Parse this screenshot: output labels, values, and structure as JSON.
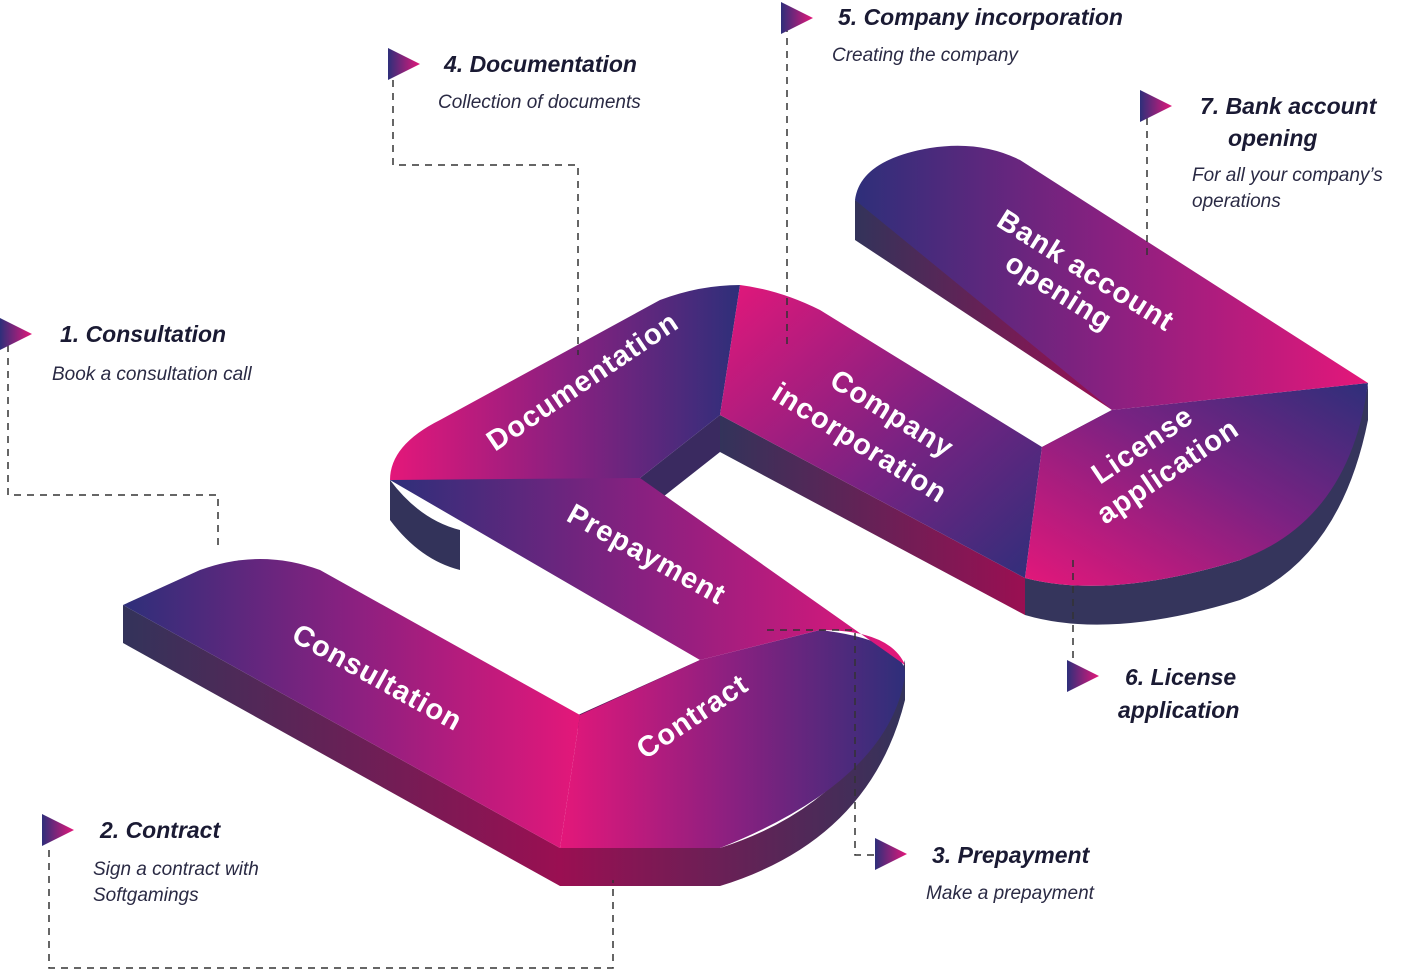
{
  "steps": [
    {
      "number": "1.",
      "title": "Consultation",
      "desc": "Book a consultation call",
      "segment_label": "Consultation"
    },
    {
      "number": "2.",
      "title": "Contract",
      "desc": "Sign a contract with Softgamings",
      "segment_label": "Contract"
    },
    {
      "number": "3.",
      "title": "Prepayment",
      "desc": "Make a prepayment",
      "segment_label": "Prepayment"
    },
    {
      "number": "4.",
      "title": "Documentation",
      "desc": "Collection of documents",
      "segment_label": "Documentation"
    },
    {
      "number": "5.",
      "title": "Company incorporation",
      "desc": "Creating the company",
      "segment_label": "Company incorporation"
    },
    {
      "number": "6.",
      "title": "License application",
      "desc": "",
      "segment_label": "License application"
    },
    {
      "number": "7.",
      "title": "Bank account opening",
      "desc": "For all your company’s operations",
      "segment_label": "Bank account opening"
    }
  ],
  "callouts": {
    "s1": {
      "title": "1.  Consultation",
      "desc": "Book a consultation call"
    },
    "s2": {
      "title": "2.  Contract",
      "desc_line1": "Sign a contract with",
      "desc_line2": "Softgamings"
    },
    "s3": {
      "title": "3.  Prepayment",
      "desc": "Make a prepayment"
    },
    "s4": {
      "title": "4.  Documentation",
      "desc": "Collection of documents"
    },
    "s5": {
      "title": "5.  Company incorporation",
      "desc": "Creating the company"
    },
    "s6": {
      "title_line1": "6.  License",
      "title_line2": "application"
    },
    "s7": {
      "title_line1": "7.  Bank account",
      "title_line2": "opening",
      "desc_line1": "For all your company’s",
      "desc_line2": "operations"
    }
  },
  "segment_labels": {
    "consultation": "Consultation",
    "contract": "Contract",
    "prepayment": "Prepayment",
    "documentation": "Documentation",
    "company_line1": "Company",
    "company_line2": "incorporation",
    "license_line1": "License",
    "license_line2": "application",
    "bank_line1": "Bank account",
    "bank_line2": "opening"
  },
  "colors": {
    "magenta": "#e4177a",
    "purple": "#6c2282",
    "navy": "#2e2f7a",
    "side_dark": "#35355c",
    "side_magenta": "#8c0f4c",
    "text_dark": "#1a1a33"
  }
}
